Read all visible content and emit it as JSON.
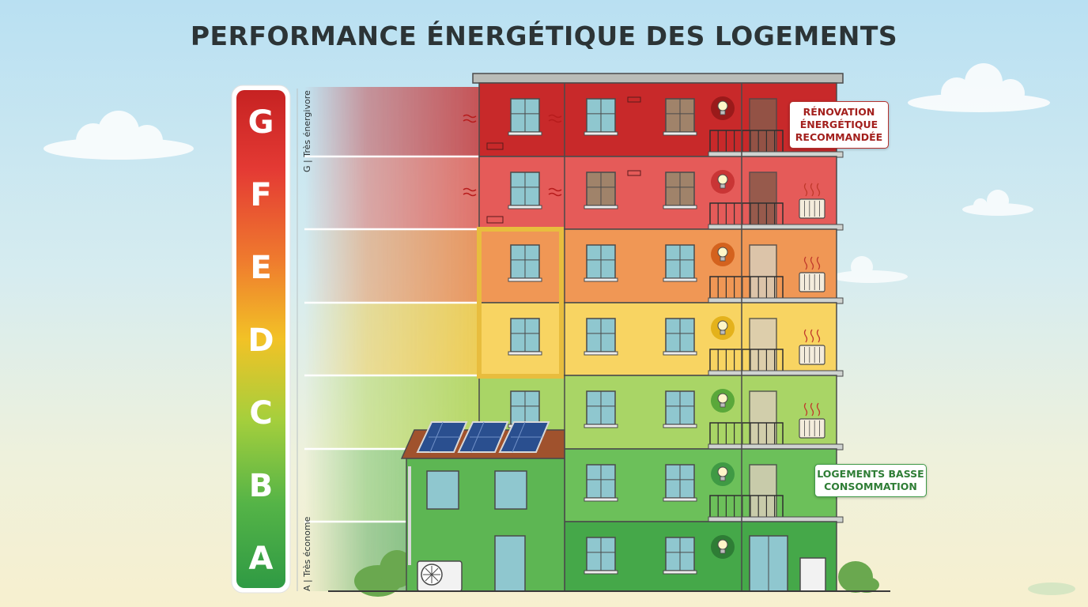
{
  "title": "PERFORMANCE ÉNERGÉTIQUE DES LOGEMENTS",
  "scale": {
    "letters": [
      "G",
      "F",
      "E",
      "D",
      "C",
      "B",
      "A"
    ],
    "colors": [
      "#c62222",
      "#e64a3c",
      "#ef7a2e",
      "#f2c226",
      "#a6cf3c",
      "#55b447",
      "#2f9a44"
    ],
    "top_label": "G | Très énergivore",
    "bottom_label": "A | Très économe"
  },
  "building": {
    "floor_colors": [
      "#c8292a",
      "#e55b59",
      "#f09755",
      "#f8d462",
      "#a9d566",
      "#6cc05a",
      "#45a849"
    ]
  },
  "callouts": {
    "renovation": [
      "RÉNOVATION",
      "ÉNERGÉTIQUE",
      "RECOMMANDÉE"
    ],
    "low_consumption": [
      "LOGEMENTS BASSE",
      "CONSOMMATION"
    ]
  }
}
